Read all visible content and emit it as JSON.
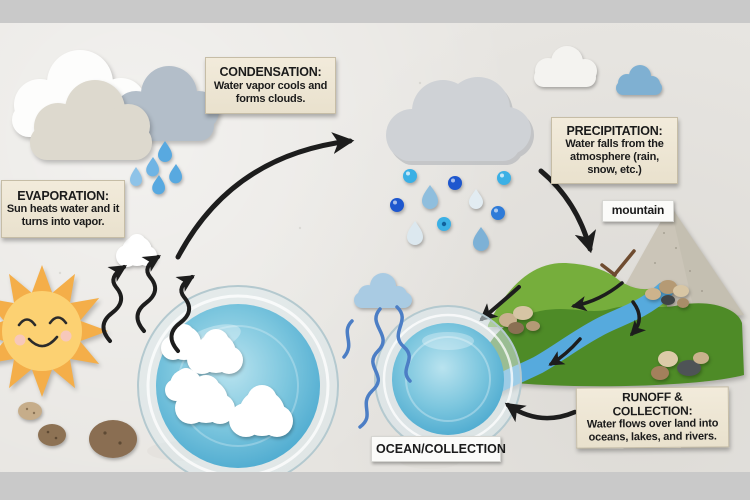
{
  "stages": {
    "evaporation": {
      "title": "EVAPORATION:",
      "body": "Sun heats water and it turns into vapor."
    },
    "condensation": {
      "title": "CONDENSATION:",
      "body": "Water vapor cools and forms clouds."
    },
    "precipitation": {
      "title": "PRECIPITATION:",
      "body": "Water falls from the atmosphere (rain, snow, etc.)"
    },
    "runoff": {
      "title": "RUNOFF & COLLECTION:",
      "body": "Water flows over land into oceans, lakes, and rivers."
    }
  },
  "tags": {
    "mountain": "mountain",
    "ocean": "OCEAN/COLLECTION"
  },
  "colors": {
    "background": "#e8e6e2",
    "frame_bar": "#c9c9c9",
    "label_cream": "#efe8d6",
    "label_white": "#fbfbf9",
    "ink_arrow": "#1d1d1d",
    "sun_body": "#fcd172",
    "sun_rays": "#f4ae49",
    "bowl_water": "#5cb5d6",
    "river": "#56aadd",
    "grass_light": "#76ae3c",
    "grass_dark": "#4e8b27",
    "paper_cloud_gray": "#cfd2d6",
    "paper_cloud_bluegray": "#b3bec9",
    "bead_light_blue": "#3bb0e5",
    "bead_royal_blue": "#1e57ce",
    "yarn_blue": "#4c7ec5"
  }
}
